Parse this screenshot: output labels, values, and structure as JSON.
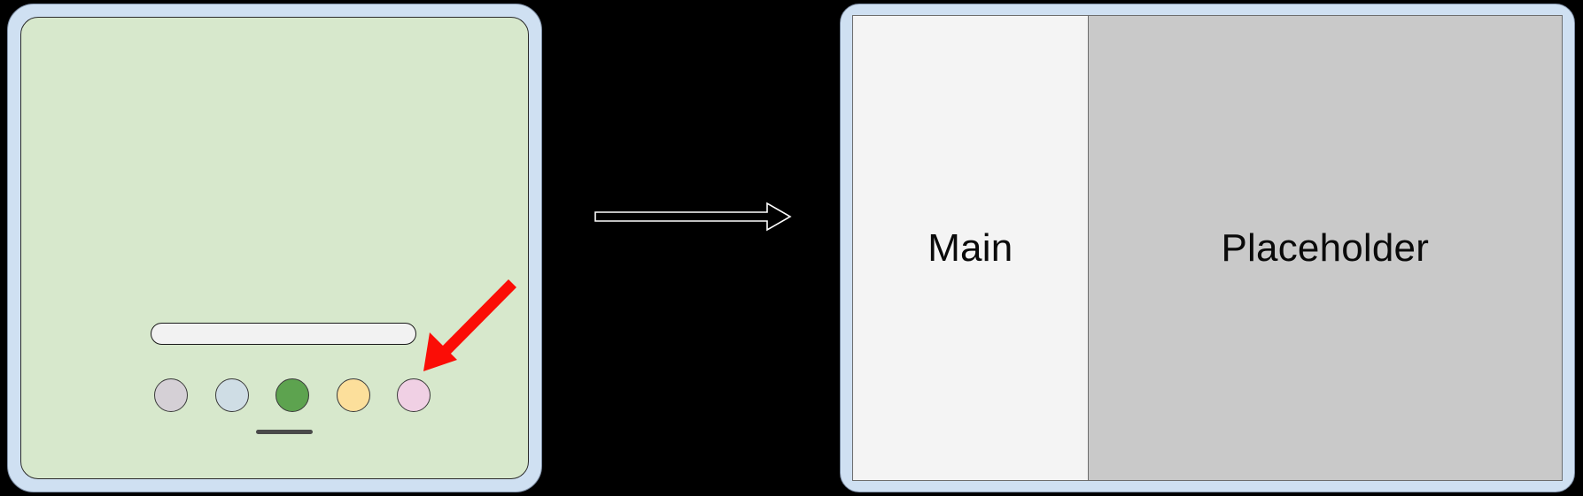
{
  "background_color": "#000000",
  "left_device": {
    "name": "tablet-home-screen",
    "frame_color": "#cfe0f2",
    "screen_color": "#d7e8cc",
    "search_bar": {
      "value": "",
      "placeholder": "",
      "fill_color": "#f2f2f2"
    },
    "dock": {
      "label": "dock",
      "items": [
        {
          "name": "dock-app-1",
          "color": "#d5d0d6",
          "label": ""
        },
        {
          "name": "dock-app-2",
          "color": "#cfdde5",
          "label": ""
        },
        {
          "name": "dock-app-3",
          "color": "#5da34f",
          "label": ""
        },
        {
          "name": "dock-app-4",
          "color": "#fcdf9b",
          "label": ""
        },
        {
          "name": "dock-app-5",
          "color": "#f0d0e4",
          "label": ""
        }
      ]
    },
    "home_indicator": {
      "color": "#4a4a4a"
    },
    "callout": {
      "name": "red-pointer-arrow",
      "color": "#fb0d06",
      "points_to": "dock-app-5",
      "direction": "down-left"
    }
  },
  "transition": {
    "name": "transition-arrow",
    "direction": "right",
    "stroke_color": "#ffffff",
    "label": ""
  },
  "right_device": {
    "name": "tablet-split-view",
    "frame_color": "#cfe0f2",
    "panes": [
      {
        "name": "pane-main",
        "label": "Main",
        "color": "#f4f4f4"
      },
      {
        "name": "pane-placeholder",
        "label": "Placeholder",
        "color": "#c9c9c9"
      }
    ]
  }
}
